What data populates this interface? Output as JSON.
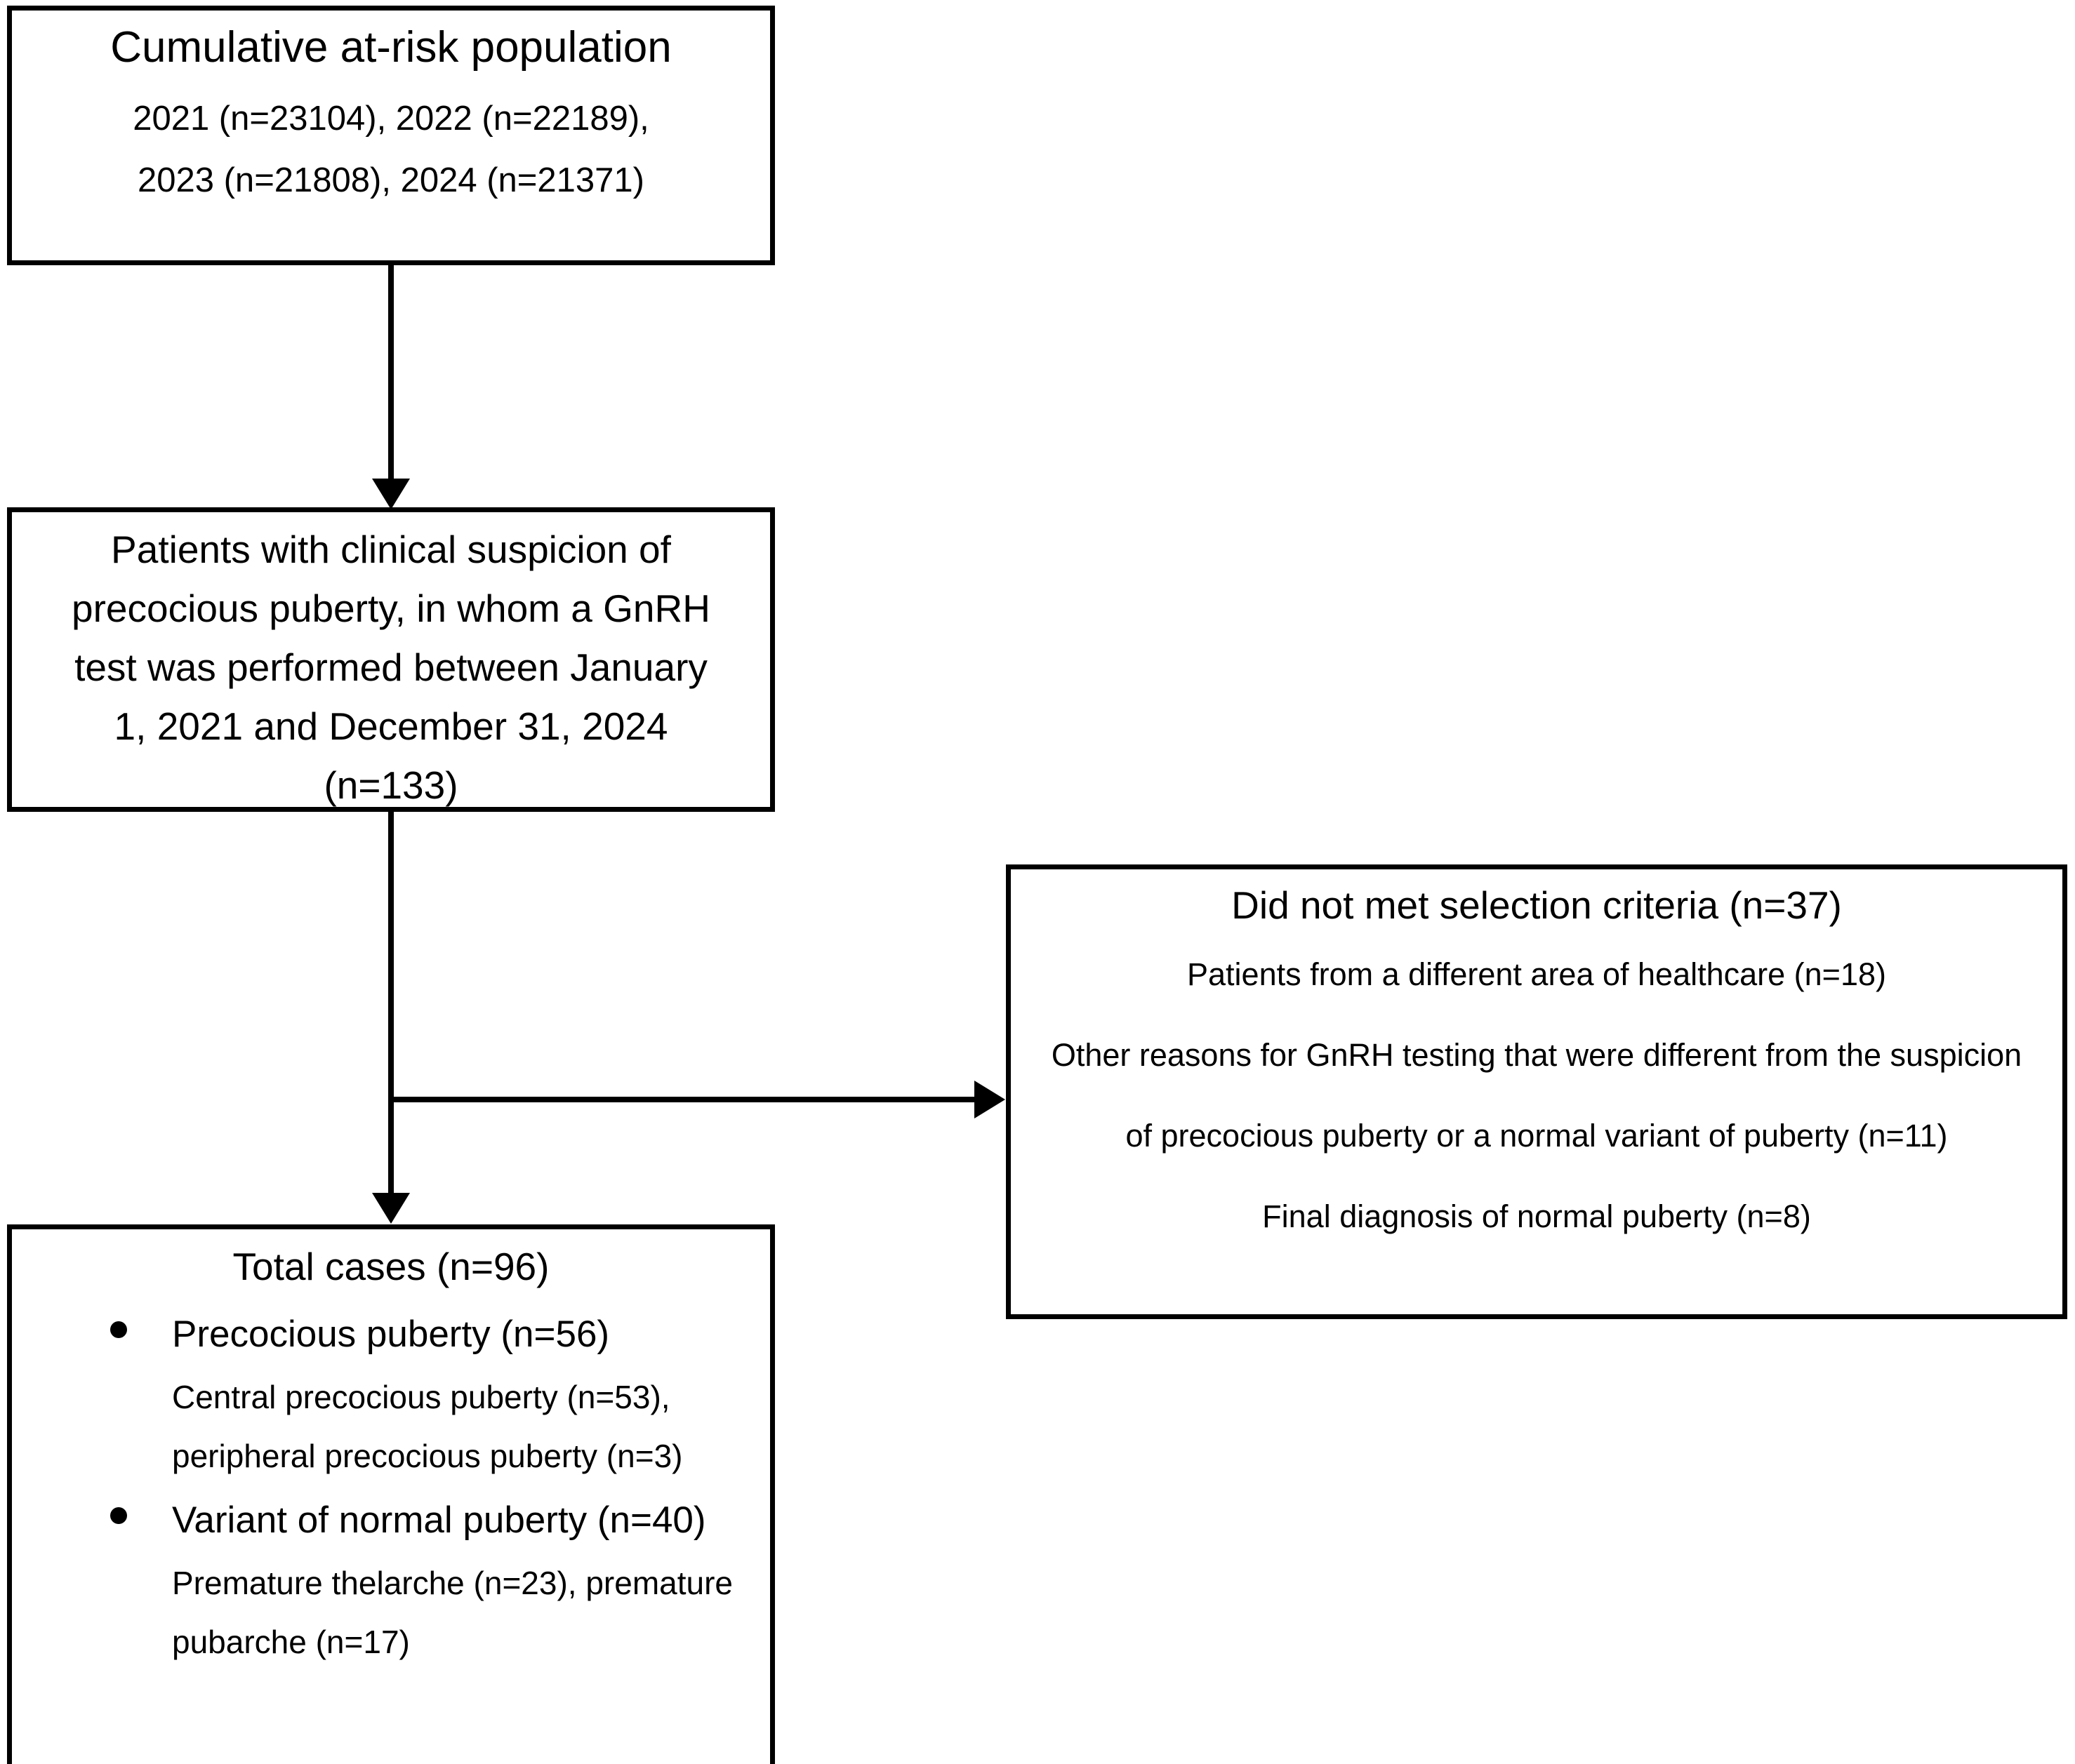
{
  "diagram": {
    "type": "flowchart",
    "title_semantic": "patient-selection-flow",
    "boxes": {
      "at_risk": {
        "title": "Cumulative at-risk population",
        "lines": [
          "2021 (n=23104), 2022 (n=22189),",
          "2023 (n=21808), 2024 (n=21371)"
        ]
      },
      "suspicion": {
        "lines": [
          "Patients with clinical suspicion of",
          "precocious puberty, in whom a GnRH",
          "test was performed between January",
          "1, 2021 and December 31, 2024",
          "(n=133)"
        ]
      },
      "excluded": {
        "title": "Did not met selection criteria (n=37)",
        "lines": [
          "Patients from a different area of healthcare (n=18)",
          "Other reasons for GnRH testing that were different from the suspicion",
          "of precocious puberty or a normal variant of puberty (n=11)",
          "Final diagnosis of normal puberty (n=8)"
        ]
      },
      "total_cases": {
        "title": "Total cases (n=96)",
        "groups": [
          {
            "bullet": "Precocious puberty (n=56)",
            "detail_lines": [
              "Central precocious puberty (n=53),",
              "peripheral precocious puberty (n=3)"
            ]
          },
          {
            "bullet": "Variant of normal puberty (n=40)",
            "detail_lines": [
              "Premature thelarche (n=23), premature",
              "pubarche (n=17)"
            ]
          }
        ]
      }
    },
    "colors": {
      "stroke": "#000000",
      "background": "#ffffff",
      "text": "#000000"
    }
  }
}
